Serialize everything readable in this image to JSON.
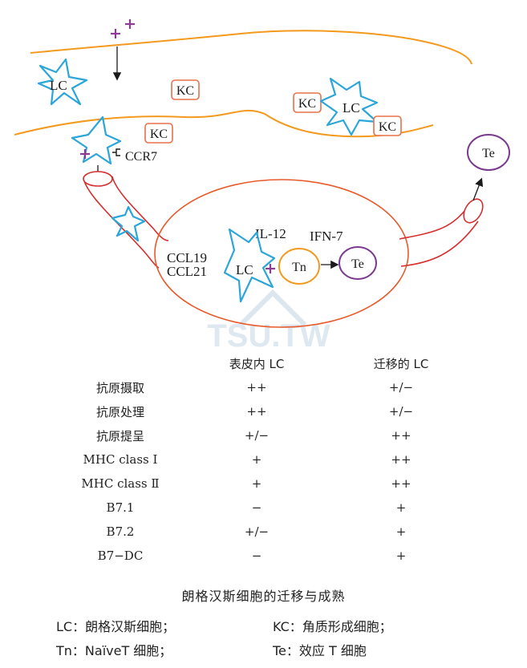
{
  "diagram": {
    "cells": {
      "lc": "LC",
      "kc": "KC",
      "tn": "Tn",
      "te": "Te"
    },
    "labels": {
      "ccr7": "CCR7",
      "il12": "IL-12",
      "ifn": "IFN-7",
      "ccl19": "CCL19",
      "ccl21": "CCL21"
    },
    "colors": {
      "skin_line": "#f39a1e",
      "lc_cell": "#2ba6d8",
      "kc_box": "#e8704a",
      "vessel": "#d62e2e",
      "antigen": "#8e3b96",
      "tn_cell": "#f39a1e",
      "te_cell": "#7a3b8f"
    },
    "watermark": "TSU.TW"
  },
  "table": {
    "headers": [
      "",
      "表皮内 LC",
      "迁移的 LC"
    ],
    "rows": [
      {
        "label": "抗原摄取",
        "epidermal": "++",
        "migratory": "+/−"
      },
      {
        "label": "抗原处理",
        "epidermal": "++",
        "migratory": "+/−"
      },
      {
        "label": "抗原提呈",
        "epidermal": "+/−",
        "migratory": "++"
      },
      {
        "label": "MHC class Ⅰ",
        "epidermal": "+",
        "migratory": "++"
      },
      {
        "label": "MHC class Ⅱ",
        "epidermal": "+",
        "migratory": "++"
      },
      {
        "label": "B7.1",
        "epidermal": "−",
        "migratory": "+"
      },
      {
        "label": "B7.2",
        "epidermal": "+/−",
        "migratory": "+"
      },
      {
        "label": "B7−DC",
        "epidermal": "−",
        "migratory": "+"
      }
    ]
  },
  "caption": "朗格汉斯细胞的迁移与成熟",
  "legend": {
    "lc": "LC：朗格汉斯细胞；",
    "kc": "KC：角质形成细胞；",
    "tn": "Tn：NaïveT 细胞；",
    "te": "Te：效应 T 细胞"
  }
}
